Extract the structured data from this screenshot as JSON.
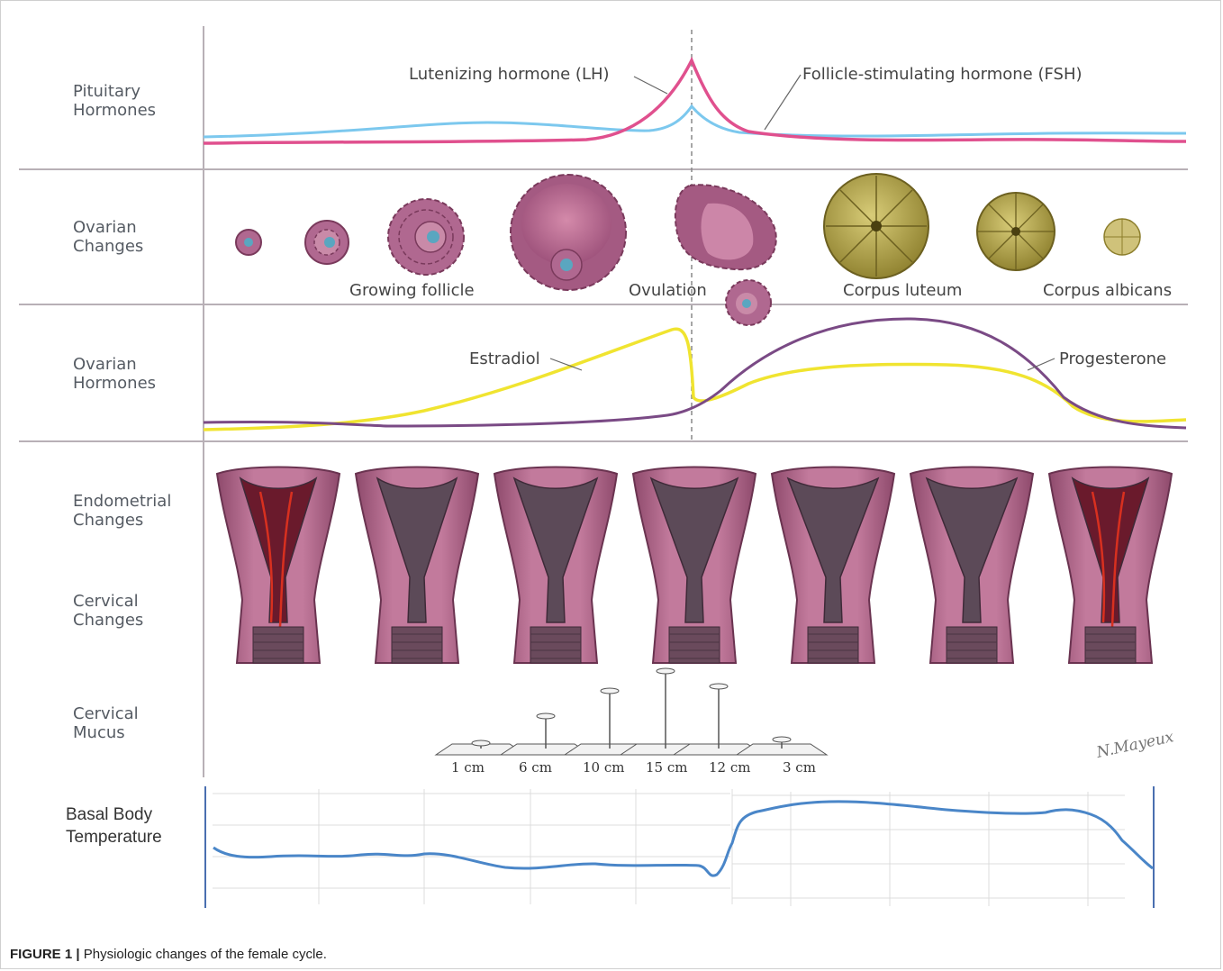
{
  "row_labels": {
    "pituitary": [
      "Pituitary",
      "Hormones"
    ],
    "ovarian_changes": [
      "Ovarian",
      "Changes"
    ],
    "ovarian_hormones": [
      "Ovarian",
      "Hormones"
    ],
    "endometrial": [
      "Endometrial",
      "Changes"
    ],
    "cervical_changes": [
      "Cervical",
      "Changes"
    ],
    "cervical_mucus": [
      "Cervical",
      "Mucus"
    ],
    "bbt": [
      "Basal Body",
      "Temperature"
    ]
  },
  "curve_labels": {
    "lh": "Lutenizing hormone (LH)",
    "fsh": "Follicle-stimulating hormone (FSH)",
    "estradiol": "Estradiol",
    "progesterone": "Progesterone"
  },
  "ovarian_stage_labels": {
    "growing": "Growing follicle",
    "ovulation": "Ovulation",
    "luteum": "Corpus luteum",
    "albicans": "Corpus albicans"
  },
  "mucus_stretch": [
    "1 cm",
    "6 cm",
    "10 cm",
    "15 cm",
    "12 cm",
    "3 cm"
  ],
  "signature": "N.Mayeux",
  "colors": {
    "lh": "#e0508e",
    "fsh": "#7cc8ee",
    "estradiol": "#f0e430",
    "progesterone": "#7a4a85",
    "bbt": "#4a86c8",
    "uterus": "#b86e92",
    "follicle": "#b06890",
    "luteum": "#a89a40",
    "divider": "#b8b0b6"
  },
  "caption": {
    "label": "FIGURE 1 |",
    "text": "Physiologic changes of the female cycle."
  }
}
